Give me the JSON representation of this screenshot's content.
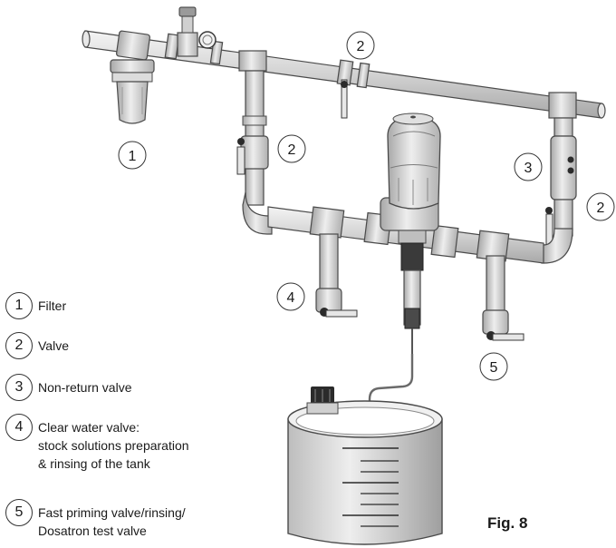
{
  "callouts": [
    {
      "number": "1"
    },
    {
      "number": "2"
    },
    {
      "number": "2"
    },
    {
      "number": "2"
    },
    {
      "number": "3"
    },
    {
      "number": "4"
    },
    {
      "number": "5"
    }
  ],
  "legend": [
    {
      "number": "1",
      "lines": [
        "Filter"
      ]
    },
    {
      "number": "2",
      "lines": [
        "Valve"
      ]
    },
    {
      "number": "3",
      "lines": [
        "Non-return valve"
      ]
    },
    {
      "number": "4",
      "lines": [
        "Clear water valve:",
        "stock solutions preparation",
        "& rinsing of the tank"
      ]
    },
    {
      "number": "5",
      "lines": [
        "Fast priming valve/rinsing/",
        "Dosatron test valve"
      ]
    }
  ],
  "figure_label": "Fig. 8",
  "colors": {
    "pipe": "#d9d9d9",
    "outline": "#4a4a4a",
    "dark": "#3a3a3a",
    "handle": "#2b2b2b"
  }
}
